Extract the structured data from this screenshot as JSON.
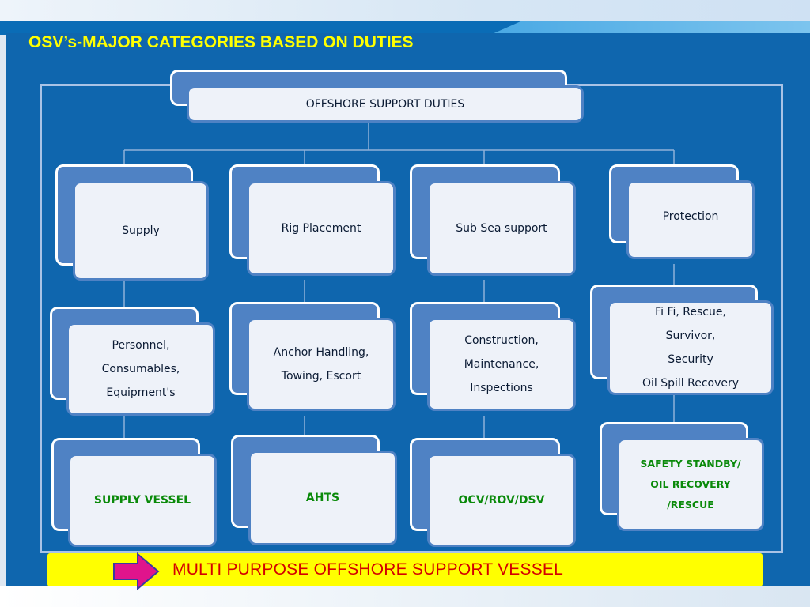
{
  "slide": {
    "title": "OSV’s-MAJOR CATEGORIES BASED ON DUTIES",
    "root": "OFFSHORE SUPPORT DUTIES",
    "columns": [
      {
        "category": "Supply",
        "duties": "Personnel,\nConsumables,\nEquipment's",
        "vessel": "SUPPLY VESSEL"
      },
      {
        "category": "Rig Placement",
        "duties": "Anchor Handling,\nTowing, Escort",
        "vessel": "AHTS"
      },
      {
        "category": "Sub Sea support",
        "duties": "Construction,\nMaintenance,\nInspections",
        "vessel": "OCV/ROV/DSV"
      },
      {
        "category": "Protection",
        "duties": "Fi Fi, Rescue,\nSurvivor,\nSecurity\nOil Spill Recovery",
        "vessel": "SAFETY STANDBY/\nOIL RECOVERY\n/RESCUE"
      }
    ],
    "banner": "MULTI PURPOSE OFFSHORE SUPPORT VESSEL"
  },
  "colors": {
    "background": "#0f66ae",
    "title": "#ffff00",
    "card_back": "#4f82c4",
    "card_front": "#eef2f9",
    "vessel_text": "#0a8a0a",
    "banner_bg": "#ffff00",
    "banner_text": "#d40000",
    "arrow": "#e0148c"
  }
}
